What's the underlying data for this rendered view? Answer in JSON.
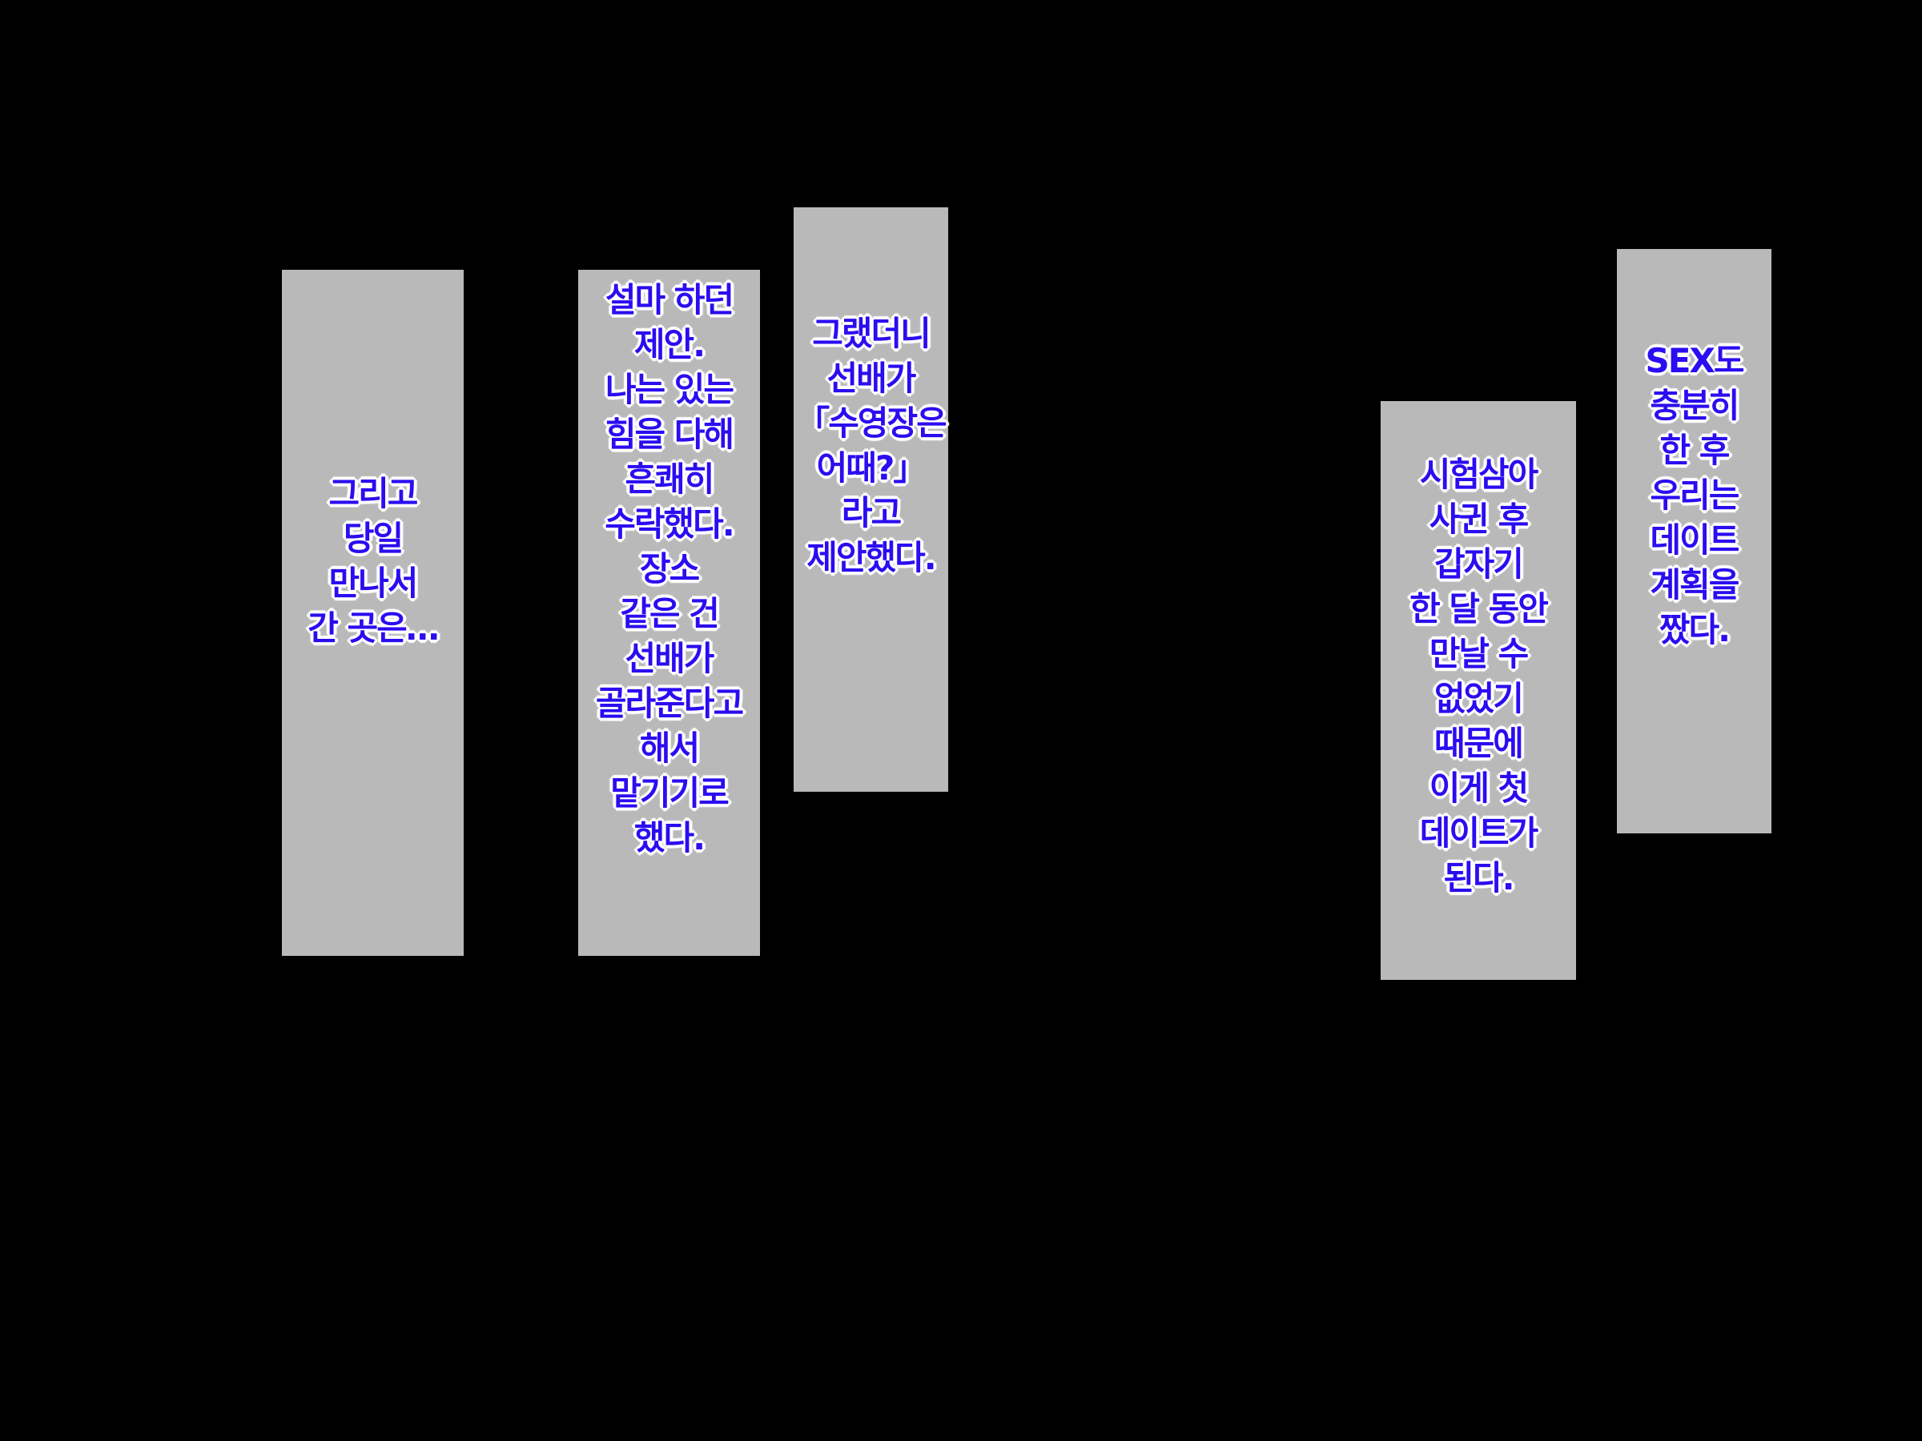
{
  "panels": [
    {
      "text": "그리고\n당일\n만나서\n간 곳은…"
    },
    {
      "text": "설마 하던\n제안.\n나는 있는\n힘을 다해\n흔쾌히\n수락했다.\n장소\n같은 건\n선배가\n골라준다고\n해서\n맡기기로\n했다."
    },
    {
      "text": "그랬더니\n선배가\n「수영장은\n어때?」\n라고\n제안했다."
    },
    {
      "text": "시험삼아\n사귄 후\n갑자기\n한 달 동안\n만날 수\n없었기\n때문에\n이게 첫\n데이트가\n된다."
    },
    {
      "text": "SEX도\n충분히\n한 후\n우리는\n데이트\n계획을\n짰다."
    }
  ],
  "colors": {
    "background": "#000000",
    "panel": "#b9b9b9",
    "text": "#2a0df0",
    "text_outline": "#ffffff"
  }
}
